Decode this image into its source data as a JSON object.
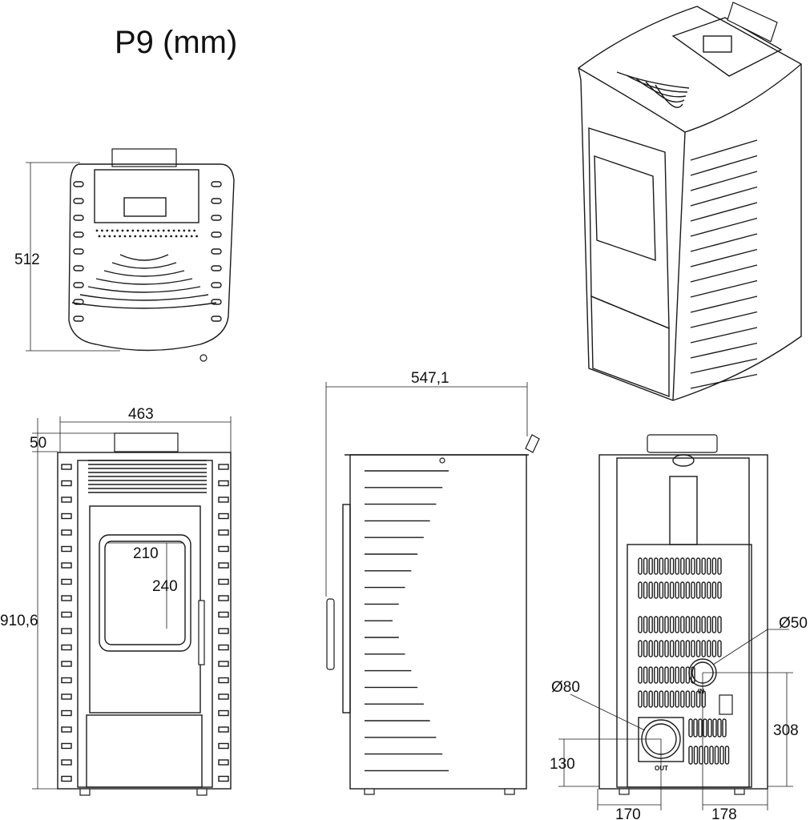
{
  "title": "P9 (mm)",
  "top_view": {
    "depth_label": "512"
  },
  "front_view": {
    "width_label": "463",
    "panel_height_label": "50",
    "height_label": "910,6",
    "glass_width_label": "210",
    "glass_height_label": "240"
  },
  "side_view": {
    "depth_label": "547,1"
  },
  "back_view": {
    "inlet_diameter_label": "Ø50",
    "outlet_diameter_label": "Ø80",
    "inlet_height_label": "308",
    "outlet_height_label": "130",
    "outlet_offset_label": "170",
    "inlet_offset_label": "178",
    "inlet_tag": "IN",
    "outlet_tag": "OUT"
  }
}
